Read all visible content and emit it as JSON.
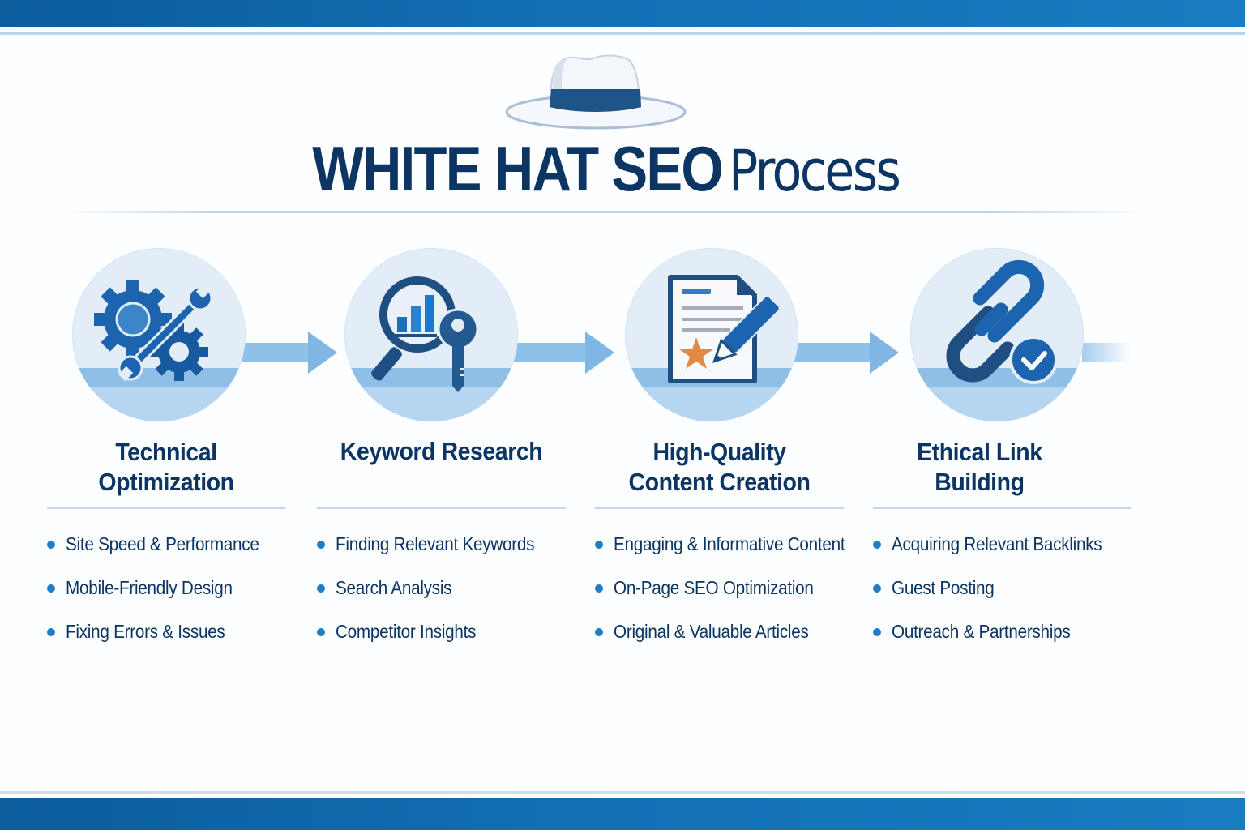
{
  "header": {
    "title_bold": "WHITE HAT SEO",
    "title_light": "Process",
    "hat_icon": "white-fedora-hat"
  },
  "colors": {
    "primary_dark": "#0d3563",
    "accent_blue": "#1f7cc6",
    "bar_blue": "#1470b5",
    "circle_bg": "#e2edf8",
    "arrow": "#8fc0e8",
    "star_orange": "#e08a45"
  },
  "steps": [
    {
      "icon": "gear-wrench-icon",
      "title_line1": "Technical",
      "title_line2": "Optimization",
      "bullets": [
        "Site Speed & Performance",
        "Mobile-Friendly Design",
        "Fixing Errors & Issues"
      ]
    },
    {
      "icon": "magnifier-chart-key-icon",
      "title_line1": "Keyword Research",
      "title_line2": "",
      "bullets": [
        "Finding Relevant Keywords",
        "Search Analysis",
        "Competitor Insights"
      ]
    },
    {
      "icon": "document-pencil-star-icon",
      "title_line1": "High-Quality",
      "title_line2": "Content Creation",
      "bullets": [
        "Engaging & Informative Content",
        "On-Page SEO Optimization",
        "Original & Valuable Articles"
      ]
    },
    {
      "icon": "chain-link-check-icon",
      "title_line1": "Ethical Link",
      "title_line2": "Building",
      "bullets": [
        "Acquiring Relevant Backlinks",
        "Guest Posting",
        "Outreach & Partnerships"
      ]
    }
  ]
}
